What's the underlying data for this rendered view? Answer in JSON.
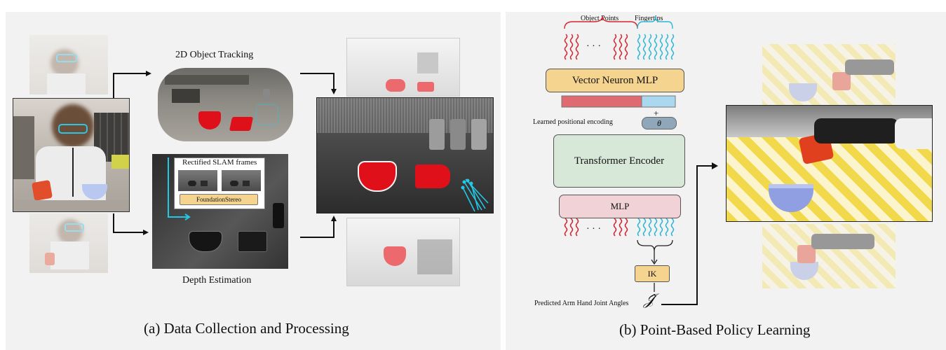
{
  "panel_a": {
    "caption": "(a) Data Collection and Processing",
    "object_tracking_label": "2D Object Tracking",
    "depth_estimation_label": "Depth Estimation",
    "rectified_slam_label": "Rectified SLAM frames",
    "foundation_stereo_label": "FoundationStereo"
  },
  "panel_b": {
    "caption": "(b) Point-Based Policy Learning",
    "object_points_label": "Object Points",
    "fingertips_label": "Fingertips",
    "ellipsis_top": "· · ·",
    "ellipsis_bottom": "· · ·",
    "vector_neuron_label": "Vector Neuron MLP",
    "plus_label": "+",
    "pos_enc_label": "Learned positional encoding",
    "theta_label": "θ",
    "transformer_label": "Transformer Encoder",
    "mlp_label": "MLP",
    "ik_label": "IK",
    "predicted_label": "Predicted Arm Hand Joint Angles",
    "joint_symbol": "𝒥̂"
  },
  "colors": {
    "panel_bg": "#f2f2f2",
    "vector_neuron_fill": "#f5d48f",
    "transformer_fill": "#d7e8d9",
    "mlp_fill": "#f1d2d6",
    "ik_fill": "#f5d48f",
    "pos_enc_fill": "#8fa7b8",
    "bar_red": "#e06a72",
    "bar_blue": "#a9d8ef",
    "object_red": "#e0101a",
    "fingertip_cyan": "#23c8e6",
    "wave_red": "#d9232e",
    "wave_cyan": "#2ab7d9"
  }
}
